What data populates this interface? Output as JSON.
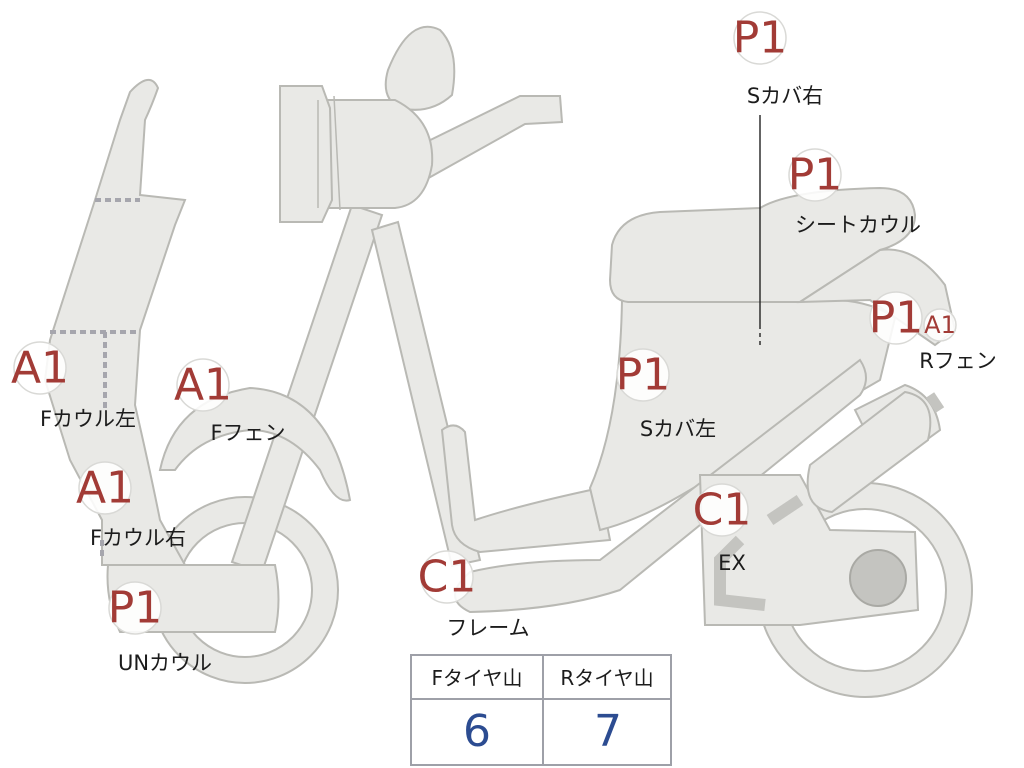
{
  "labels": [
    {
      "code": "P1",
      "part": "Sカバ右"
    },
    {
      "code": "P1",
      "part": "シートカウル"
    },
    {
      "code": "P1",
      "code2": "A1",
      "part": "Rフェン"
    },
    {
      "code": "P1",
      "part": "Sカバ左"
    },
    {
      "code": "A1",
      "part": "Fカウル左"
    },
    {
      "code": "A1",
      "part": "Fフェン"
    },
    {
      "code": "A1",
      "part": "Fカウル右"
    },
    {
      "code": "P1",
      "part": "UNカウル"
    },
    {
      "code": "C1",
      "part": "フレーム"
    },
    {
      "code": "C1",
      "part": "EX"
    }
  ],
  "tire_table": {
    "headers": [
      "Fタイヤ山",
      "Rタイヤ山"
    ],
    "values": [
      "6",
      "7"
    ]
  },
  "colors": {
    "part_fill": "#e9e9e6",
    "code_text": "#a23b36",
    "table_value": "#2c4c91"
  }
}
